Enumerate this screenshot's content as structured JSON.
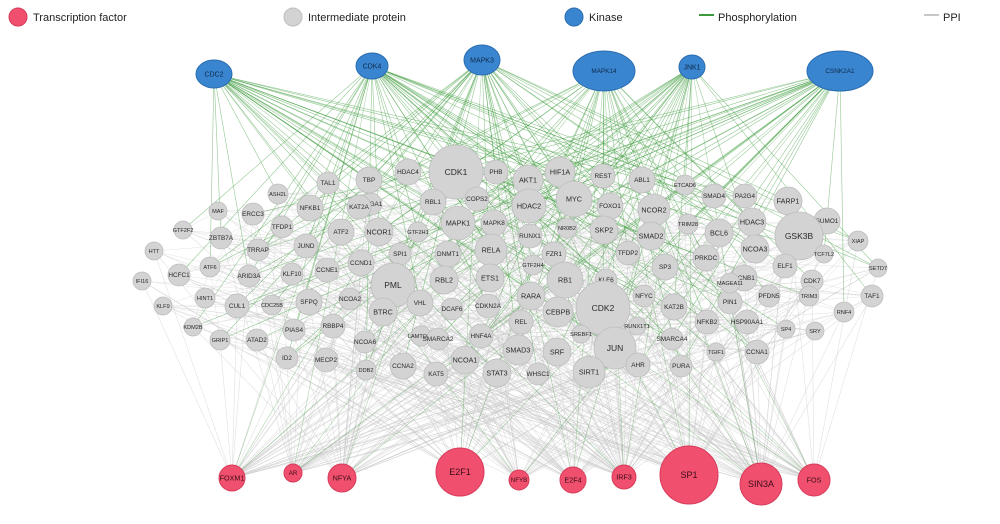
{
  "legend": {
    "transcription_factor": "Transcription factor",
    "intermediate_protein": "Intermediate protein",
    "kinase": "Kinase",
    "phosphorylation": "Phosphorylation",
    "ppi": "PPI"
  },
  "colors": {
    "transcription_factor_fill": "#f0506e",
    "transcription_factor_stroke": "#d63c5a",
    "intermediate_fill": "#d3d3d3",
    "intermediate_stroke": "#bdbdbd",
    "kinase_fill": "#3a85d0",
    "kinase_stroke": "#2a6cb0",
    "phosphorylation_edge": "#3c9a3c",
    "ppi_edge": "#c8c8c8"
  },
  "kinases": [
    "CDC2",
    "CDK4",
    "MAPK3",
    "MAPK14",
    "JNK1",
    "CSNK2A1"
  ],
  "transcription_factors": [
    "FOXM1",
    "AR",
    "NFYA",
    "E2F1",
    "NFYB",
    "E2F4",
    "IRF3",
    "SP1",
    "SIN3A",
    "FOS"
  ],
  "intermediate_proteins": [
    "CDK1",
    "PHB",
    "HIF1A",
    "REST",
    "ABL1",
    "HDAC4",
    "AKT1",
    "TBP",
    "TAL1",
    "ASH2L",
    "NFKB1",
    "HMGA1",
    "RBL1",
    "COPS2",
    "MYC",
    "FOXO1",
    "NCOR2",
    "SMAD4",
    "PA2G4",
    "FARP1",
    "ETCAD6",
    "HDAC3",
    "SUMO1",
    "GSK3B",
    "XIAP",
    "MAF",
    "ERCC3",
    "KAT2A",
    "HDAC2",
    "TRIM28",
    "BCL6",
    "NCOA3",
    "TCF7L2",
    "GTF2F2",
    "ZBTB7A",
    "TFDP1",
    "JUND",
    "ATF2",
    "NCOR1",
    "GTF2H1",
    "MAPK1",
    "MAPK8",
    "RUNX1",
    "NR0B2",
    "SKP2",
    "SMAD2",
    "HTT",
    "TRRAP",
    "SPI1",
    "DNMT1",
    "RELA",
    "FZR1",
    "TFDP2",
    "PRKDC",
    "ELF1",
    "SETD7",
    "IFI16",
    "ATF6",
    "ARID3A",
    "KLF10",
    "CCNE1",
    "CCND1",
    "GTF2H4",
    "RB1",
    "KLF6",
    "SP3",
    "CCNB1",
    "CDK7",
    "HCFC1",
    "PML",
    "RBL2",
    "ETS1",
    "RARA",
    "CDK2",
    "NFYC",
    "KAT2B",
    "PIN1",
    "PFDN5",
    "TRIM3",
    "TAF1",
    "KLF9",
    "HINT1",
    "CUL1",
    "CDC25B",
    "SFPQ",
    "NCOA2",
    "VHL",
    "DCAF6",
    "CDKN2A",
    "CEBPB",
    "RUNX1T1",
    "MAGEA11",
    "NFKB2",
    "HSP90AA1",
    "SP4",
    "RNF4",
    "KDM2B",
    "PIAS4",
    "RBBP4",
    "BTRC",
    "LAMTOR5",
    "REL",
    "SREBF1",
    "SRY",
    "GRIP1",
    "ATAD2",
    "NCOA6",
    "SMARCA2",
    "HNF4A",
    "SMARCA4",
    "TGIF1",
    "CCNA1",
    "ID2",
    "MECP2",
    "SMAD3",
    "SRF",
    "JUN",
    "DDB2",
    "CCNA2",
    "NCOA1",
    "AHR",
    "PURA",
    "KAT5",
    "STAT3",
    "WHSC1",
    "SIRT1"
  ]
}
